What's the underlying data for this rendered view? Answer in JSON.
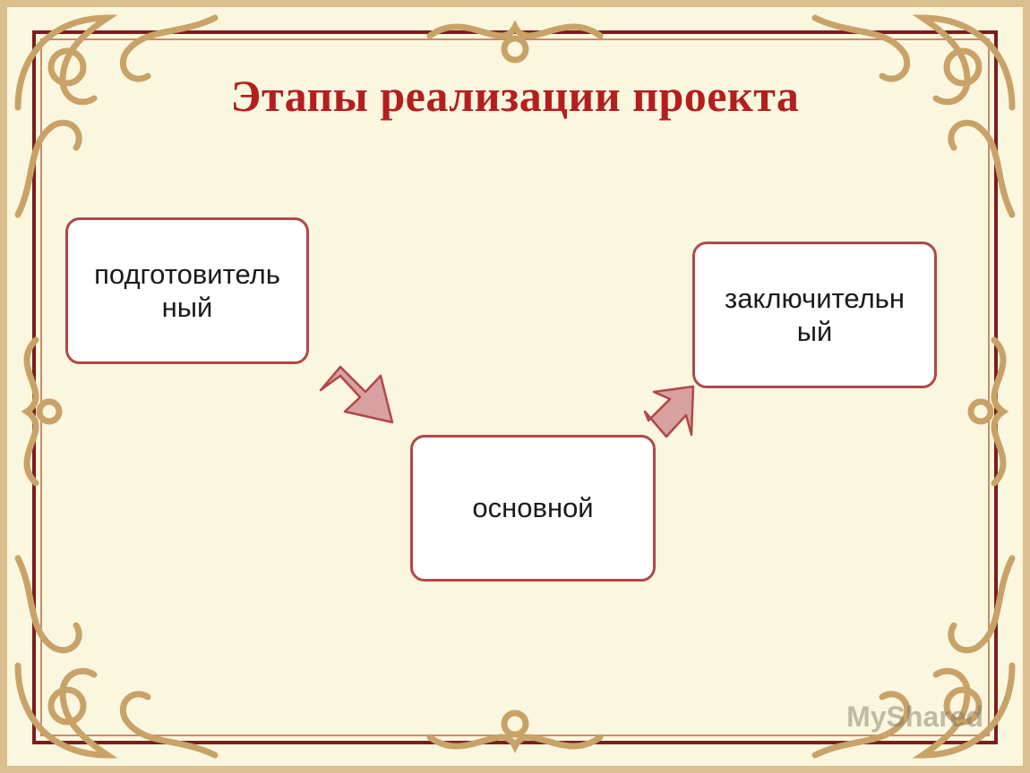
{
  "title": "Этапы реализации проекта",
  "stages": [
    {
      "label": "подготовитель ный"
    },
    {
      "label": "основной"
    },
    {
      "label": "заключительн ый"
    }
  ],
  "watermark": "MyShared",
  "colors": {
    "title": "#b41e1e",
    "box_border": "#b04848",
    "arrow_fill": "#d9a0a0",
    "frame": "#7a1e1e",
    "ornament": "#c8a267",
    "background": "#fbf7df"
  }
}
